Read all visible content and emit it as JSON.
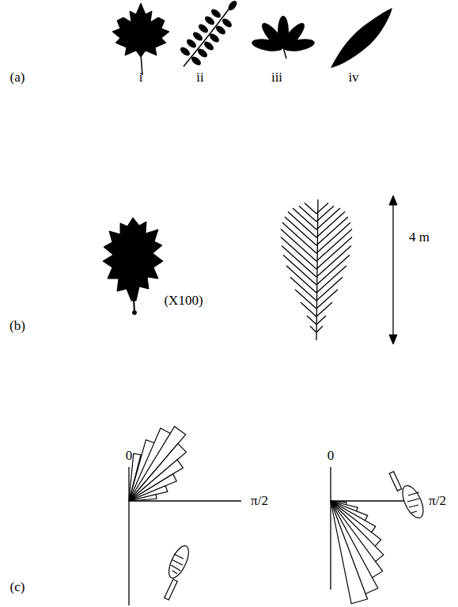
{
  "diagram": {
    "labels": [
      "(a)",
      "i",
      "ii",
      "iii",
      "iv",
      "4 m",
      "(X100)",
      "(b)",
      "0",
      "0",
      "π/2",
      "π/2",
      "(c)"
    ]
  }
}
